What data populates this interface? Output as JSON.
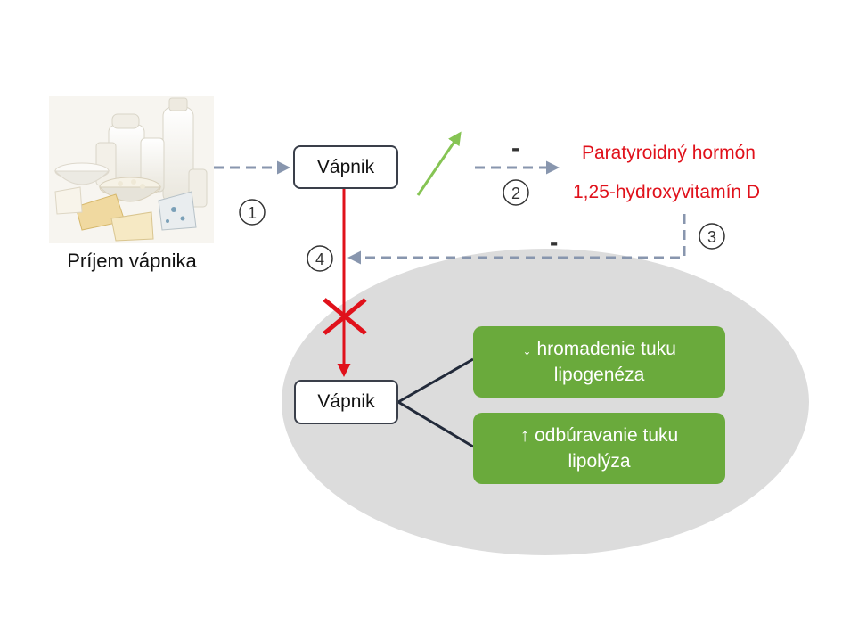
{
  "intake": {
    "label": "Príjem vápnika",
    "image_icon": "dairy-products-photo"
  },
  "nodes": {
    "calcium_top": "Vápnik",
    "calcium_bottom": "Vápnik",
    "effect_1_line_1": "↓ hromadenie tuku",
    "effect_1_line_2": "lipogenéza",
    "effect_2_line_1": "↑ odbúravanie tuku",
    "effect_2_line_2": "lipolýza"
  },
  "hormones": {
    "line_1": "Paratyroidný hormón",
    "line_2": "1,25-hydroxyvitamín D"
  },
  "markers": {
    "step_1": "1",
    "step_2": "2",
    "step_3": "3",
    "step_4": "4",
    "minus_1": "-",
    "minus_2": "-"
  },
  "colors": {
    "red": "#e0111b",
    "green": "#6aaa3c",
    "dashed_arrow": "#8896ae",
    "green_arrow": "#86c454",
    "ellipse": "#dcdcdc",
    "box_border": "#3a3f4a",
    "connector": "#222a3a"
  }
}
